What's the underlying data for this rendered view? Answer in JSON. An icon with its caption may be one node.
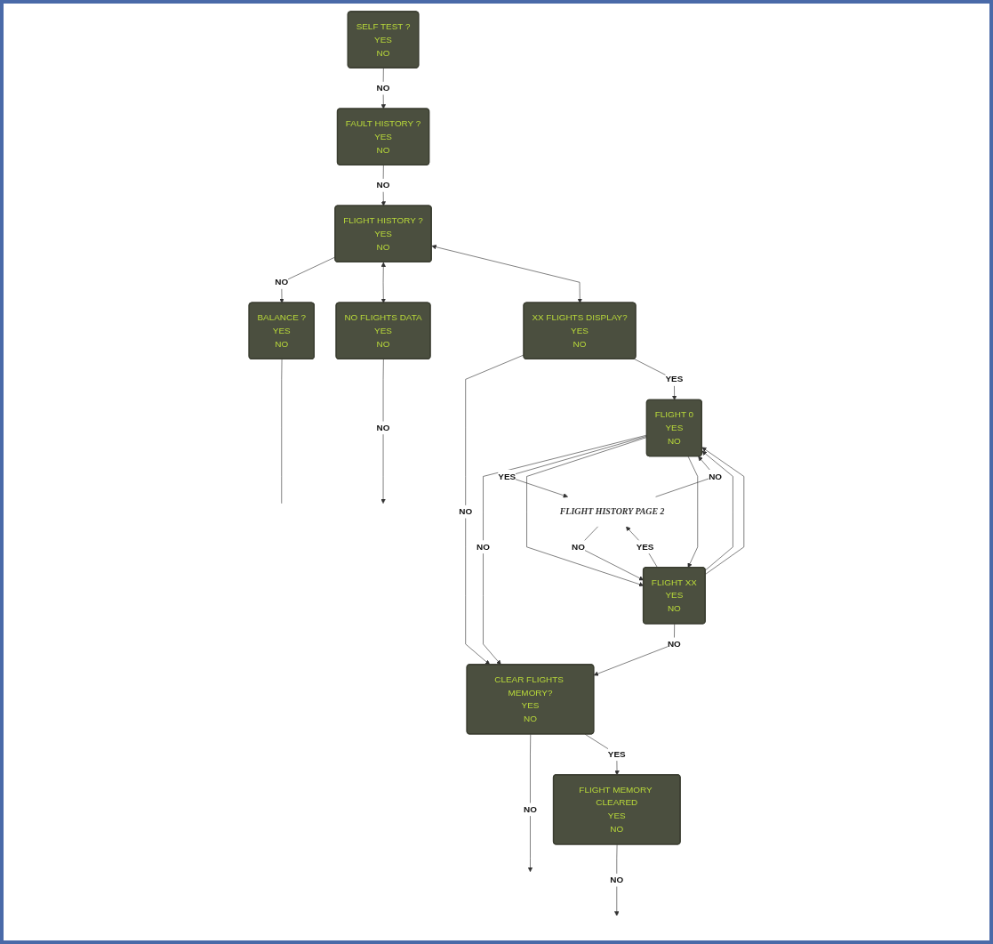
{
  "diagram": {
    "nodes": [
      {
        "text": [
          "SELF TEST ?",
          "YES",
          "NO"
        ]
      },
      {
        "text": [
          "FAULT HISTORY ?",
          "YES",
          "NO"
        ]
      },
      {
        "text": [
          "FLIGHT HISTORY ?",
          "YES",
          "NO"
        ]
      },
      {
        "text": [
          "BALANCE ?",
          "YES",
          "NO"
        ]
      },
      {
        "text": [
          "NO FLIGHTS DATA",
          "YES",
          "NO"
        ]
      },
      {
        "text": [
          "XX FLIGHTS DISPLAY?",
          "YES",
          "NO"
        ]
      },
      {
        "text": [
          "CLEAR FLIGHTS MEMORY?",
          "YES",
          "NO"
        ]
      },
      {
        "text": [
          "FLIGHT 0",
          "YES",
          "NO"
        ]
      },
      {
        "text": [
          "FLIGHT MEMORY CLEARED",
          "YES",
          "NO"
        ]
      },
      {
        "text": [
          "FLIGHT XX",
          "YES",
          "NO"
        ]
      },
      {
        "text": [
          "FLIGHT HISTORY PAGE 2"
        ]
      }
    ],
    "edges": [
      {
        "from": 0,
        "to": 1,
        "label": "NO",
        "arrow": "to"
      },
      {
        "from": 1,
        "to": 2,
        "label": "NO",
        "arrow": "to"
      },
      {
        "from": 2,
        "to": 3,
        "label": "NO",
        "arrow": "to"
      },
      {
        "from": 2,
        "to": 4,
        "arrow": "both"
      },
      {
        "from": 2,
        "to": 5,
        "arrow": "both"
      },
      {
        "from": 4,
        "to": null,
        "label": "NO",
        "arrow": "to"
      },
      {
        "from": 5,
        "to": 6,
        "label": "NO",
        "arrow": "to"
      },
      {
        "from": 5,
        "to": 7,
        "label": "YES",
        "arrow": "to"
      },
      {
        "from": 6,
        "to": null,
        "label": "NO",
        "arrow": "to"
      },
      {
        "from": 6,
        "to": 8,
        "label": "YES",
        "arrow": "to"
      },
      {
        "from": 8,
        "to": null,
        "label": "NO",
        "arrow": "to"
      },
      {
        "from": 7,
        "to": 6,
        "label": "NO",
        "arrow": "to"
      },
      {
        "from": 9,
        "to": 6,
        "label": "NO",
        "arrow": "to"
      },
      {
        "from": 7,
        "to": 10,
        "label": "YES",
        "arrow": "to"
      },
      {
        "from": 10,
        "to": 7,
        "label": "NO",
        "arrow": "to"
      },
      {
        "from": 9,
        "to": 10,
        "label": "YES",
        "arrow": "to"
      },
      {
        "from": 10,
        "to": 9,
        "label": "NO",
        "arrow": "to"
      },
      {
        "from": 7,
        "to": 9,
        "arrow": "to"
      },
      {
        "from": 9,
        "to": 7,
        "arrow": "to"
      },
      {
        "from": 9,
        "to": 7,
        "arrow": "to"
      },
      {
        "from": 7,
        "to": 9,
        "arrow": "to"
      },
      {
        "from": 3,
        "to": null,
        "arrow": "none"
      }
    ]
  }
}
